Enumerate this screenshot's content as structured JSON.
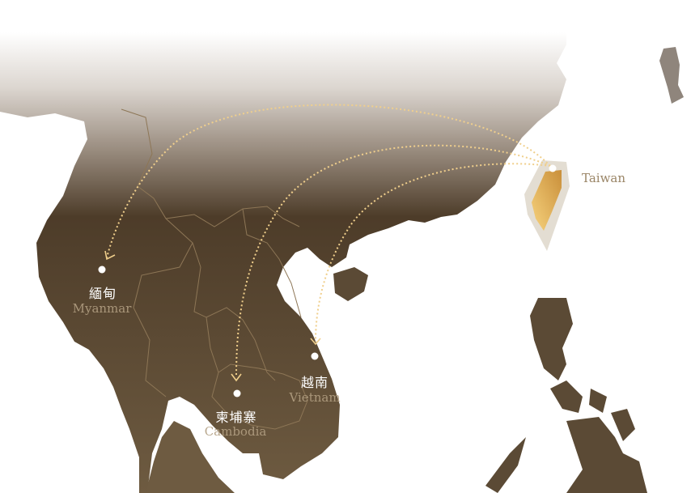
{
  "map": {
    "origin": {
      "name_en": "Taiwan"
    },
    "destinations": [
      {
        "id": "myanmar",
        "name_zh": "緬甸",
        "name_en": "Myanmar"
      },
      {
        "id": "cambodia",
        "name_zh": "柬埔寨",
        "name_en": "Cambodia"
      },
      {
        "id": "vietnam",
        "name_zh": "越南",
        "name_en": "Vietnam"
      }
    ],
    "colors": {
      "land_dark": "#4d3c29",
      "land_light": "#6e5b41",
      "borders": "#8d7656",
      "route": "#f0cf8c",
      "taiwan_fill": "#e0a94a",
      "taiwan_halo": "#e3ddd2"
    }
  }
}
